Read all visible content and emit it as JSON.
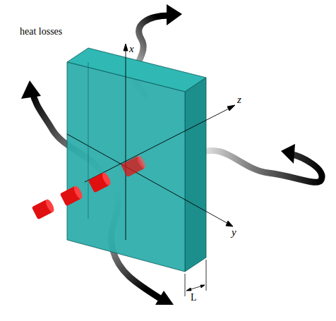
{
  "diagram": {
    "labels": [
      "heat losses",
      "x",
      "z",
      "y",
      "L"
    ]
  }
}
